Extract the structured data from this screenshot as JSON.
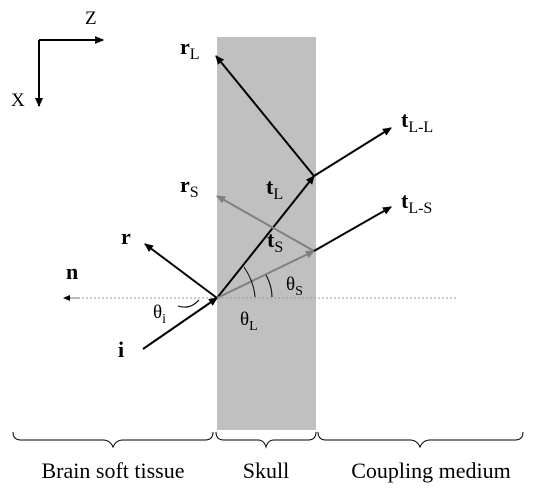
{
  "axes": {
    "z_label": "Z",
    "x_label": "X"
  },
  "vectors": {
    "rL": {
      "main": "r",
      "sub": "L"
    },
    "tLL": {
      "main": "t",
      "sub": "L-L"
    },
    "rS": {
      "main": "r",
      "sub": "S"
    },
    "tL": {
      "main": "t",
      "sub": "L"
    },
    "tLS": {
      "main": "t",
      "sub": "L-S"
    },
    "tS": {
      "main": "t",
      "sub": "S"
    },
    "r": {
      "main": "r"
    },
    "n": {
      "main": "n"
    },
    "i": {
      "main": "i"
    }
  },
  "angles": {
    "theta_i": {
      "main": "θ",
      "sub": "i"
    },
    "theta_S": {
      "main": "θ",
      "sub": "S"
    },
    "theta_L": {
      "main": "θ",
      "sub": "L"
    }
  },
  "regions": {
    "brain": "Brain soft tissue",
    "skull": "Skull",
    "coupling": "Coupling medium"
  },
  "colors": {
    "skull_fill": "#c0c0c0",
    "ray_black": "#000000",
    "ray_gray": "#808080",
    "normal_line": "#999999"
  }
}
